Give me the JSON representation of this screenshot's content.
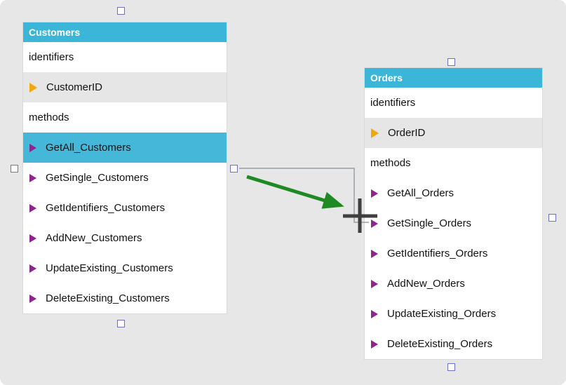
{
  "colors": {
    "canvas-bg": "#e7e7e7",
    "entity-header": "#3cb6d8",
    "selected-row": "#45b8d9",
    "identifier-row-bg": "#e6e6e6",
    "identifier-icon": "#f2a70a",
    "method-icon": "#8e258e",
    "handle-border": "#7070c0",
    "connector": "#9aa0a8",
    "drag-arrow": "#1f8a24",
    "cursor": "#3f3f3f"
  },
  "entities": [
    {
      "title": "Customers",
      "sections": {
        "identifiers_label": "identifiers",
        "methods_label": "methods"
      },
      "identifiers": [
        {
          "label": "CustomerID"
        }
      ],
      "methods": [
        {
          "label": "GetAll_Customers",
          "selected": true
        },
        {
          "label": "GetSingle_Customers"
        },
        {
          "label": "GetIdentifiers_Customers"
        },
        {
          "label": "AddNew_Customers"
        },
        {
          "label": "UpdateExisting_Customers"
        },
        {
          "label": "DeleteExisting_Customers"
        }
      ]
    },
    {
      "title": "Orders",
      "sections": {
        "identifiers_label": "identifiers",
        "methods_label": "methods"
      },
      "identifiers": [
        {
          "label": "OrderID"
        }
      ],
      "methods": [
        {
          "label": "GetAll_Orders"
        },
        {
          "label": "GetSingle_Orders"
        },
        {
          "label": "GetIdentifiers_Orders"
        },
        {
          "label": "AddNew_Orders"
        },
        {
          "label": "UpdateExisting_Orders"
        },
        {
          "label": "DeleteExisting_Orders"
        }
      ]
    }
  ]
}
